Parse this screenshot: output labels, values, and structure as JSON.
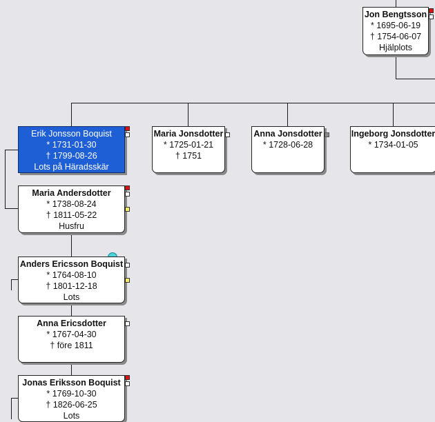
{
  "father": {
    "name": "Jon Bengtsson",
    "born": "* 1695-06-19",
    "died": "† 1754-06-07",
    "occupation": "Hjälplots"
  },
  "children": [
    {
      "name": "Erik Jonsson Boquist",
      "born": "* 1731-01-30",
      "died": "† 1799-08-26",
      "occupation": "Lots på Häradsskär",
      "selected": true
    },
    {
      "name": "Maria Jonsdotter",
      "born": "* 1725-01-21",
      "died": "† 1751"
    },
    {
      "name": "Anna Jonsdotter",
      "born": "* 1728-06-28"
    },
    {
      "name": "Ingeborg Jonsdotter",
      "born": "* 1734-01-05"
    }
  ],
  "spouse": {
    "name": "Maria Andersdotter",
    "born": "* 1738-08-24",
    "died": "† 1811-05-22",
    "occupation": "Husfru"
  },
  "grandchildren": [
    {
      "name": "Anders Ericsson Boquist",
      "born": "* 1764-08-10",
      "died": "† 1801-12-18",
      "occupation": "Lots"
    },
    {
      "name": "Anna Ericsdotter",
      "born": "* 1767-04-30",
      "died": "† före 1811"
    },
    {
      "name": "Jonas Eriksson Boquist",
      "born": "* 1769-10-30",
      "died": "† 1826-06-25",
      "occupation": "Lots"
    }
  ],
  "colors": {
    "background": "#e6e6ea",
    "selected": "#1e5fd6",
    "marker_red": "#e01010",
    "marker_yellow": "#f4ec6a"
  }
}
